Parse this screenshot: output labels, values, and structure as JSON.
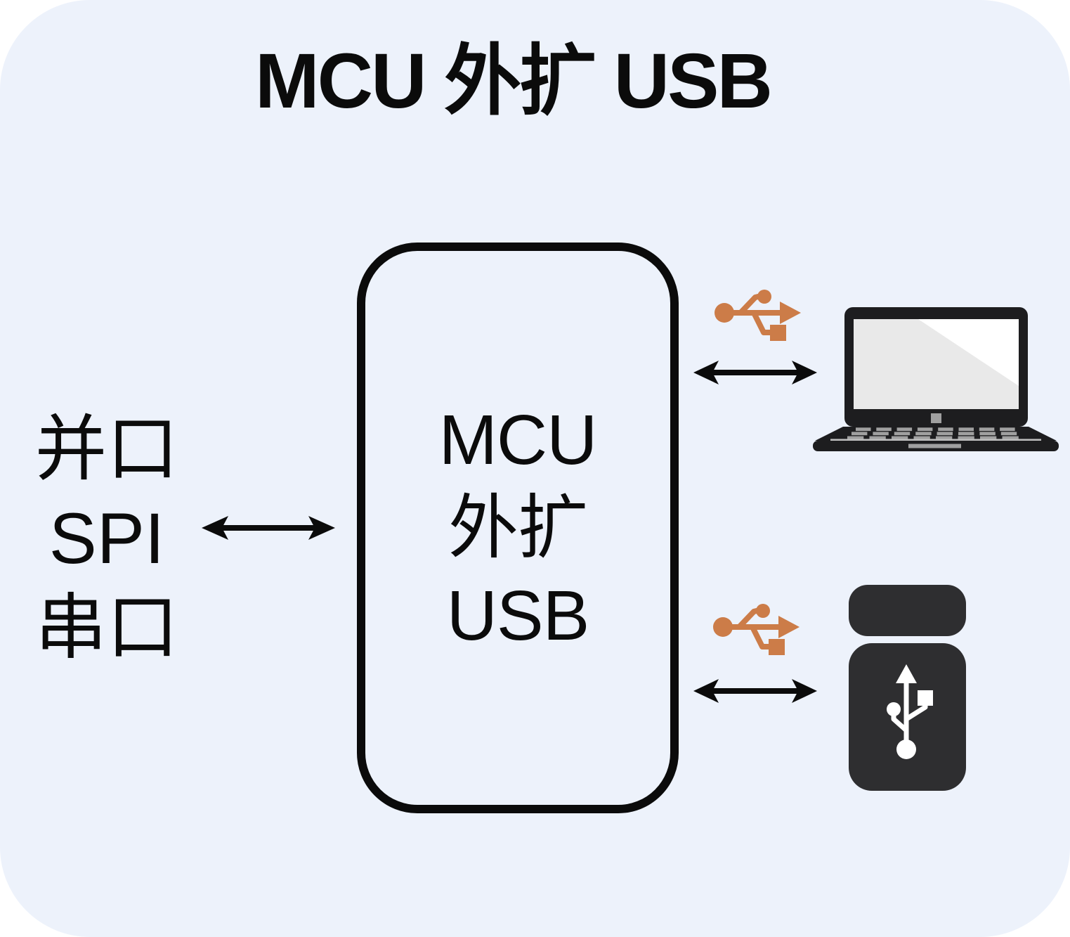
{
  "title": "MCU 外扩 USB",
  "colors": {
    "card_bg": "#edf2fb",
    "ink": "#0b0b0b",
    "usb_accent": "#cc7c48",
    "laptop_dark": "#1d1d1f",
    "drive_dark": "#2e2e30",
    "screen_gray": "#e9e9e9",
    "detail_gray": "#a0a0a0",
    "hinge_gray": "#bcbcbc",
    "glyph_white": "#ffffff"
  },
  "diagram": {
    "left_interfaces": {
      "lines": [
        "并口",
        "SPI",
        "串口"
      ]
    },
    "center_box": {
      "lines": [
        "MCU",
        "外扩",
        "USB"
      ]
    },
    "link_icon": "usb-symbol-icon",
    "devices": {
      "top": "laptop-icon",
      "bottom": "usb-flash-drive-icon"
    },
    "arrows": [
      "left-bidirectional",
      "top-right-bidirectional",
      "bottom-right-bidirectional"
    ]
  }
}
